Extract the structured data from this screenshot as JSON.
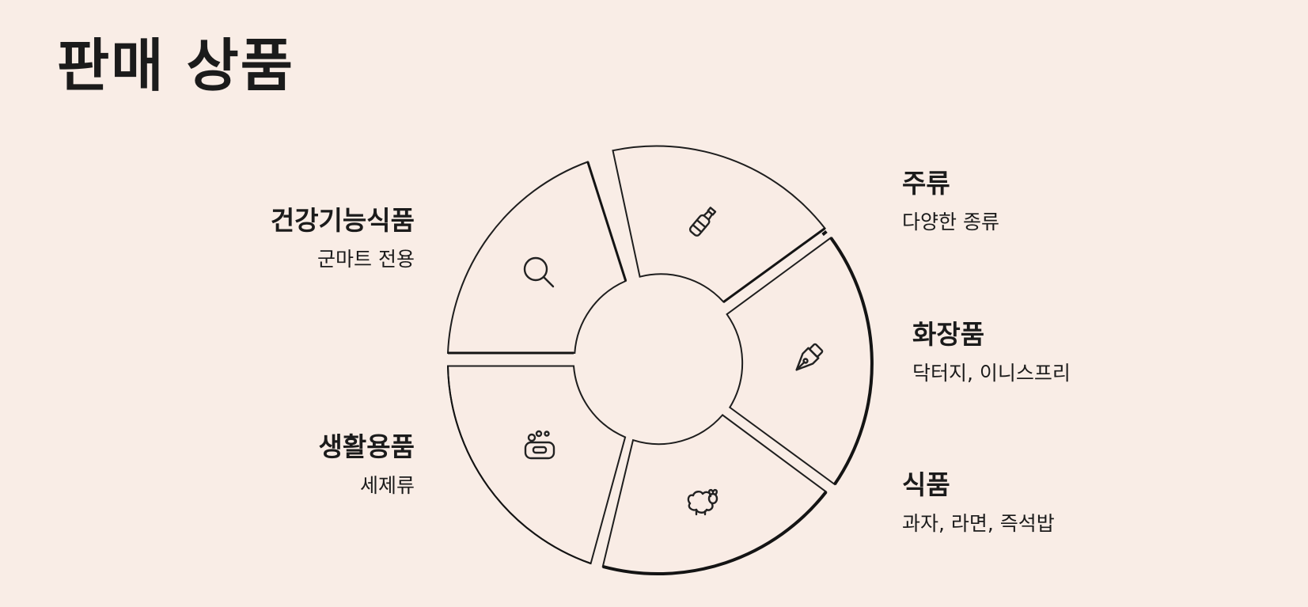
{
  "title": "판매 상품",
  "segments": [
    {
      "id": "liquor",
      "heading": "주류",
      "description": "다양한 종류",
      "icon": "bottle-icon"
    },
    {
      "id": "cosmetics",
      "heading": "화장품",
      "description": "닥터지, 이니스프리",
      "icon": "pen-nib-icon"
    },
    {
      "id": "food",
      "heading": "식품",
      "description": "과자, 라면, 즉석밥",
      "icon": "sheep-icon"
    },
    {
      "id": "household",
      "heading": "생활용품",
      "description": "세제류",
      "icon": "soap-icon"
    },
    {
      "id": "health",
      "heading": "건강기능식품",
      "description": "군마트 전용",
      "icon": "magnifier-icon"
    }
  ]
}
